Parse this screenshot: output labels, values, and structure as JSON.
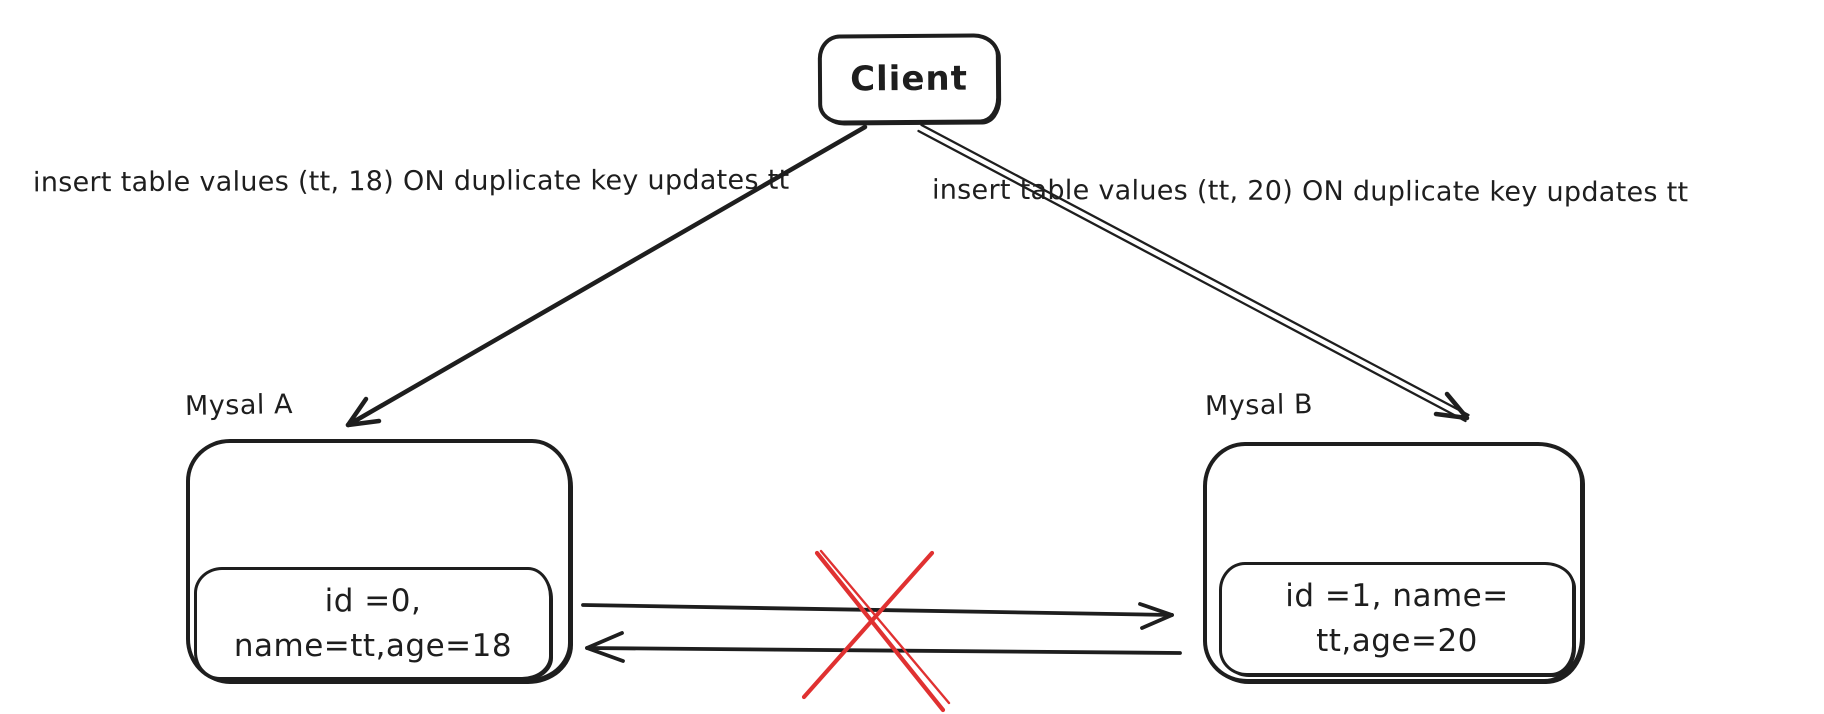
{
  "canvas": {
    "background": "#ffffff",
    "stroke_color": "#1e1e1e",
    "error_color": "#e03131"
  },
  "client": {
    "label": "Client"
  },
  "queries": {
    "to_mysql_a": "insert table values (tt, 18) ON duplicate key updates tt",
    "to_mysql_b": "insert table values (tt, 20) ON duplicate key updates tt"
  },
  "mysql_a": {
    "title": "Mysal A",
    "record": {
      "line1": "id =0,",
      "line2": "name=tt,age=18"
    }
  },
  "mysql_b": {
    "title": "Mysal B",
    "record": {
      "line1": "id =1, name=",
      "line2": "tt,age=20"
    }
  },
  "icons": {
    "conflict_cross": {
      "meaning": "replication-blocked-x",
      "color": "#e03131"
    }
  }
}
